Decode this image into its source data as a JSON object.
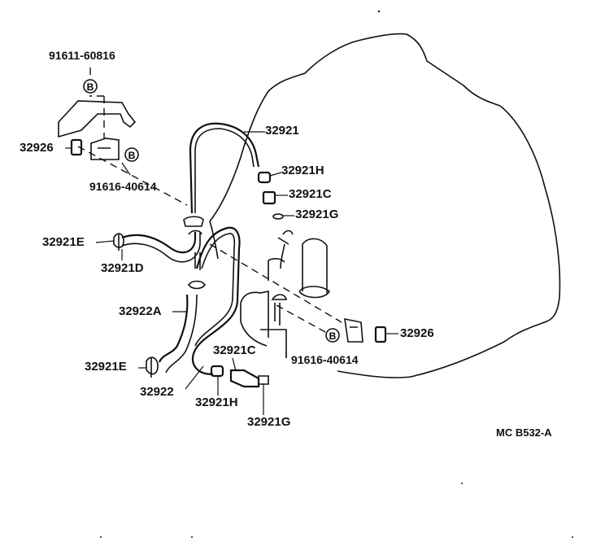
{
  "diagram_code": "MC B532-A",
  "bolt_symbol": "B",
  "parts": {
    "p91611_60816": "91611-60816",
    "p32926_top": "32926",
    "p91616_40614_top": "91616-40614",
    "p32921": "32921",
    "p32921H_top": "32921H",
    "p32921C_top": "32921C",
    "p32921G_top": "32921G",
    "p32921E_top": "32921E",
    "p32921D": "32921D",
    "p32922A": "32922A",
    "p32921E_bottom": "32921E",
    "p32922": "32922",
    "p32921C_bottom": "32921C",
    "p32921H_bottom": "32921H",
    "p32921G_bottom": "32921G",
    "p91616_40614_bottom": "91616-40614",
    "p32926_right": "32926"
  }
}
